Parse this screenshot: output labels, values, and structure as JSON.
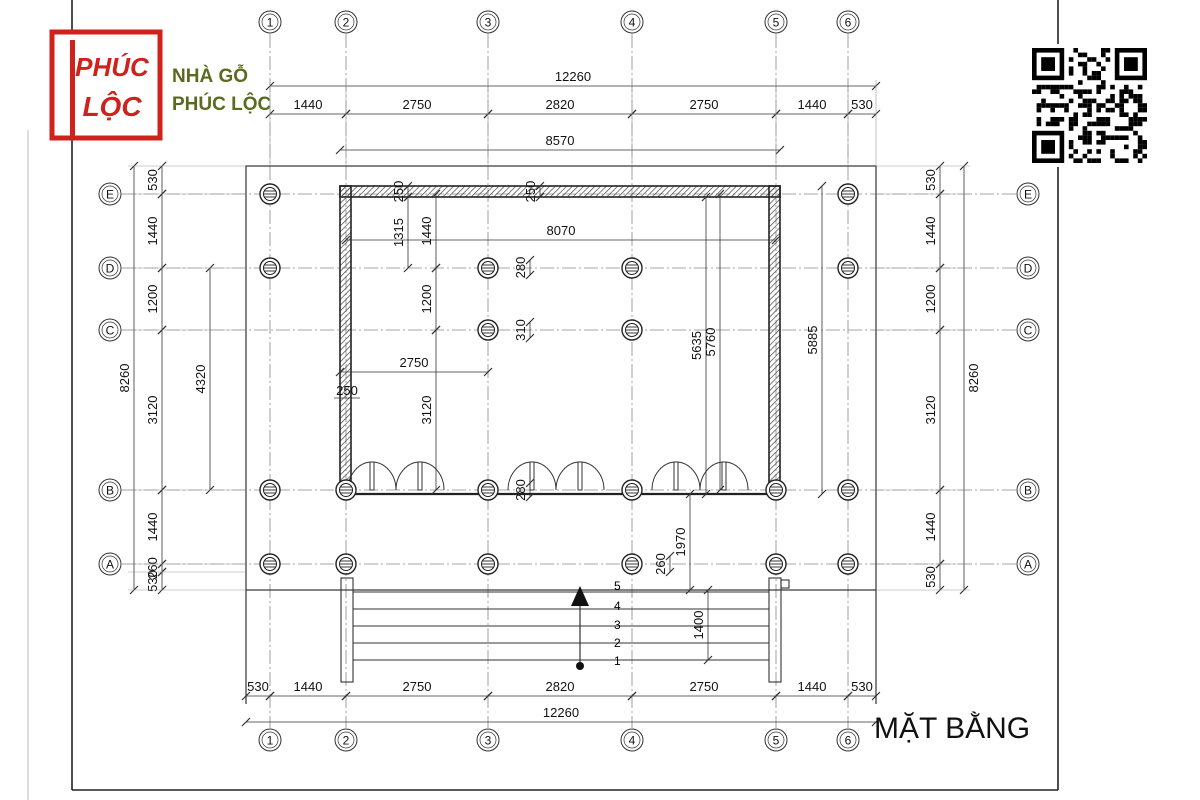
{
  "brand": {
    "logo_line1": "PHÚC",
    "logo_line2": "LỘC",
    "name_line1": "NHÀ GỖ",
    "name_line2": "PHÚC LỘC",
    "logo_color": "#d0211d",
    "text_color": "#5a6b1f"
  },
  "drawing": {
    "title": "MẶT BẰNG",
    "grid_columns": [
      "1",
      "2",
      "3",
      "4",
      "5",
      "6"
    ],
    "grid_rows": [
      "E",
      "D",
      "C",
      "B",
      "A"
    ],
    "top_overall": "12260",
    "top_segments": [
      "1440",
      "2750",
      "2820",
      "2750",
      "1440",
      "530"
    ],
    "bottom_overall": "12260",
    "bottom_segments": [
      "530",
      "1440",
      "2750",
      "2820",
      "2750",
      "1440",
      "530"
    ],
    "room_width_outer": "8570",
    "room_width_inner": "8070",
    "left_overall": "8260",
    "left_segments": [
      "530",
      "1440",
      "1200",
      "3120",
      "1440",
      "260",
      "530"
    ],
    "left_inner": "4320",
    "right_overall": "8260",
    "right_segments": [
      "530",
      "1440",
      "1200",
      "3120",
      "1440",
      "530"
    ],
    "inner_dims": {
      "wall_top_a": "250",
      "wall_top_b": "250",
      "d1315": "1315",
      "d1440": "1440",
      "d1200": "1200",
      "d3120": "3120",
      "d2750": "2750",
      "d250": "250",
      "d280_top": "280",
      "d310": "310",
      "d280_bottom": "280",
      "d260": "260",
      "d5635": "5635",
      "d5760": "5760",
      "d5885": "5885",
      "d1970": "1970",
      "d1400": "1400"
    },
    "steps": [
      "5",
      "4",
      "3",
      "2",
      "1"
    ],
    "qr_color": "#000000"
  }
}
